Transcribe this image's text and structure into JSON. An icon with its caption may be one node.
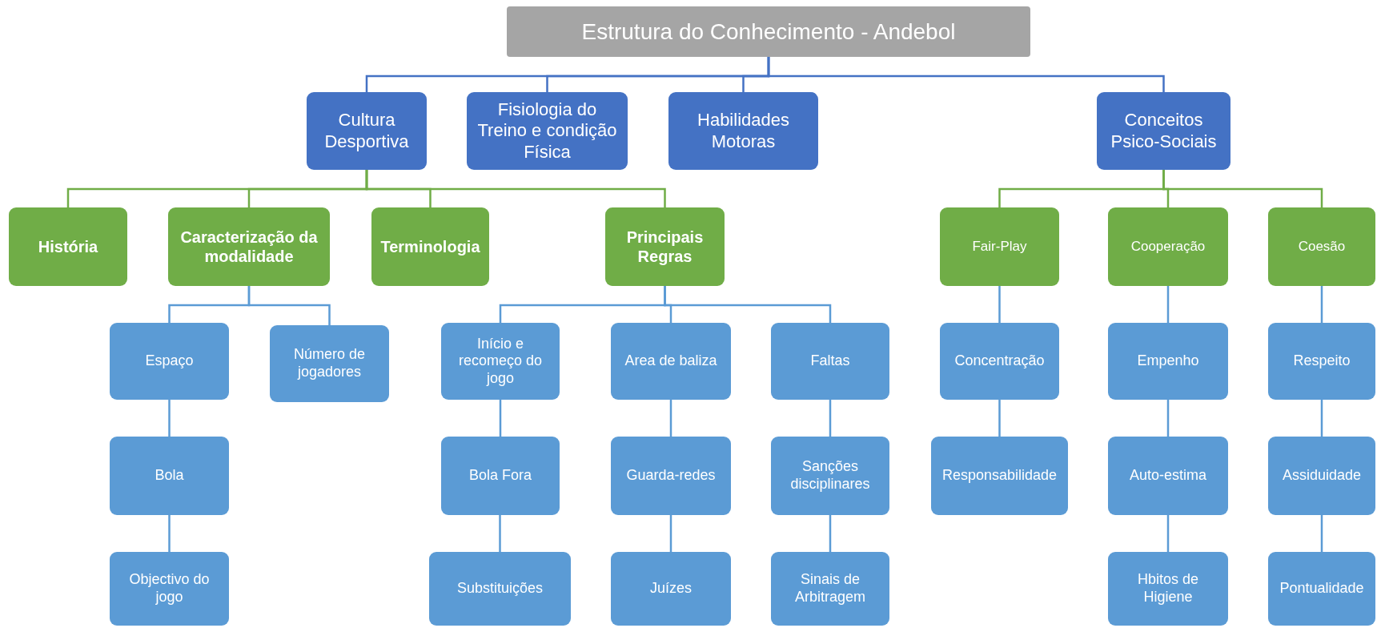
{
  "diagram": {
    "nodes": [
      {
        "text": [
          "Estrutura do Conhecimento - Andebol"
        ]
      },
      {
        "text": [
          "Cultura Desportiva"
        ]
      },
      {
        "text": [
          "Fisiologia do Treino e condição Física"
        ]
      },
      {
        "text": [
          "Habilidades Motoras"
        ]
      },
      {
        "text": [
          "Conceitos Psico-Sociais"
        ]
      },
      {
        "text": [
          "História"
        ]
      },
      {
        "text": [
          "Caracterização da modalidade"
        ]
      },
      {
        "text": [
          "Terminologia"
        ]
      },
      {
        "text": [
          "Principais Regras"
        ]
      },
      {
        "text": [
          "Fair-Play"
        ]
      },
      {
        "text": [
          "Cooperação"
        ]
      },
      {
        "text": [
          "Coesão"
        ]
      },
      {
        "text": [
          "Espaço"
        ]
      },
      {
        "text": [
          "Número de jogadores"
        ]
      },
      {
        "text": [
          "Início e recomeço do jogo"
        ]
      },
      {
        "text": [
          "Area de baliza"
        ]
      },
      {
        "text": [
          "Faltas"
        ]
      },
      {
        "text": [
          "Concentração"
        ]
      },
      {
        "text": [
          "Empenho"
        ]
      },
      {
        "text": [
          "Respeito"
        ]
      },
      {
        "text": [
          "Bola"
        ]
      },
      {
        "text": [
          "Bola Fora"
        ]
      },
      {
        "text": [
          "Guarda-redes"
        ]
      },
      {
        "text": [
          "Sanções disciplinares"
        ]
      },
      {
        "text": [
          "Responsabilidade"
        ]
      },
      {
        "text": [
          "Auto-estima"
        ]
      },
      {
        "text": [
          "Assiduidade"
        ]
      },
      {
        "text": [
          "Objectivo do jogo"
        ]
      },
      {
        "text": [
          "Substituições"
        ]
      },
      {
        "text": [
          "Juízes"
        ]
      },
      {
        "text": [
          "Sinais de Arbitragem"
        ]
      },
      {
        "text": [
          "Hbitos de Higiene"
        ]
      },
      {
        "text": [
          "Pontualidade"
        ]
      }
    ],
    "edges": [
      {
        "from": 0,
        "to": 1,
        "arrow": "none",
        "color": "#4472c4"
      },
      {
        "from": 0,
        "to": 2,
        "arrow": "none",
        "color": "#4472c4"
      },
      {
        "from": 0,
        "to": 3,
        "arrow": "none",
        "color": "#4472c4"
      },
      {
        "from": 0,
        "to": 4,
        "arrow": "none",
        "color": "#4472c4"
      },
      {
        "from": 1,
        "to": 5,
        "arrow": "none",
        "color": "#70ad47"
      },
      {
        "from": 1,
        "to": 6,
        "arrow": "none",
        "color": "#70ad47"
      },
      {
        "from": 1,
        "to": 7,
        "arrow": "none",
        "color": "#70ad47"
      },
      {
        "from": 1,
        "to": 8,
        "arrow": "none",
        "color": "#70ad47"
      },
      {
        "from": 4,
        "to": 9,
        "arrow": "none",
        "color": "#70ad47"
      },
      {
        "from": 4,
        "to": 10,
        "arrow": "none",
        "color": "#70ad47"
      },
      {
        "from": 4,
        "to": 11,
        "arrow": "none",
        "color": "#70ad47"
      },
      {
        "from": 6,
        "to": 12,
        "arrow": "none"
      },
      {
        "from": 6,
        "to": 13,
        "arrow": "none"
      },
      {
        "from": 12,
        "to": 20,
        "arrow": "none"
      },
      {
        "from": 20,
        "to": 27,
        "arrow": "none"
      },
      {
        "from": 8,
        "to": 14,
        "arrow": "none"
      },
      {
        "from": 8,
        "to": 15,
        "arrow": "none"
      },
      {
        "from": 8,
        "to": 16,
        "arrow": "none"
      },
      {
        "from": 14,
        "to": 21,
        "arrow": "none"
      },
      {
        "from": 21,
        "to": 28,
        "arrow": "none"
      },
      {
        "from": 15,
        "to": 22,
        "arrow": "none"
      },
      {
        "from": 22,
        "to": 29,
        "arrow": "none"
      },
      {
        "from": 16,
        "to": 23,
        "arrow": "none"
      },
      {
        "from": 23,
        "to": 30,
        "arrow": "none"
      },
      {
        "from": 9,
        "to": 17,
        "arrow": "none"
      },
      {
        "from": 17,
        "to": 24,
        "arrow": "none"
      },
      {
        "from": 10,
        "to": 18,
        "arrow": "none"
      },
      {
        "from": 18,
        "to": 25,
        "arrow": "none"
      },
      {
        "from": 25,
        "to": 31,
        "arrow": "none"
      },
      {
        "from": 11,
        "to": 19,
        "arrow": "none"
      },
      {
        "from": 19,
        "to": 26,
        "arrow": "none"
      },
      {
        "from": 26,
        "to": 32,
        "arrow": "none"
      }
    ]
  }
}
